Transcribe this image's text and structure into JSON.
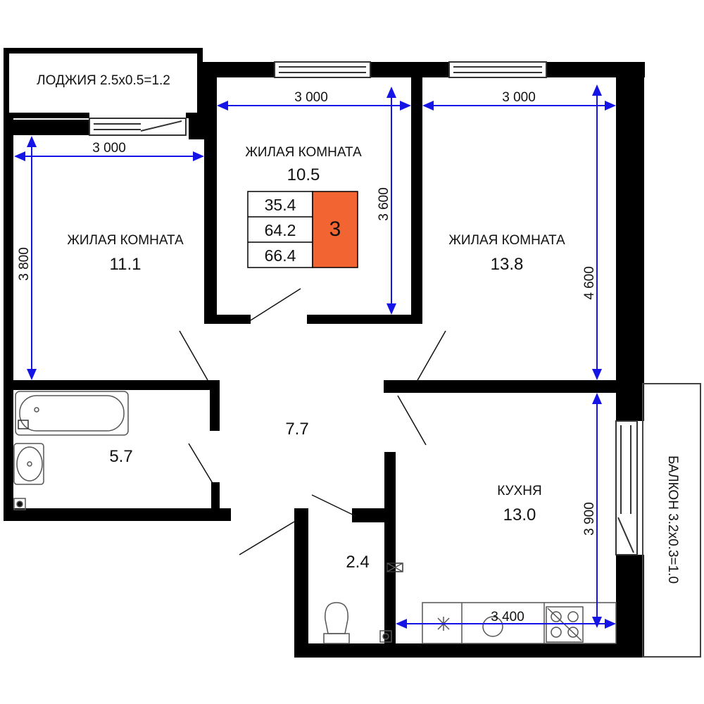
{
  "colors": {
    "wall": "#000000",
    "dimension_line": "#1414e6",
    "apartment_badge": "#f26532",
    "fixture_stroke": "#555555"
  },
  "balconies": {
    "loggia": "ЛОДЖИЯ 2.5х0.5=1.2",
    "balcony": "БАЛКОН 3.2х0.3=1.0"
  },
  "rooms": {
    "living_left": {
      "name": "ЖИЛАЯ КОМНАТА",
      "area": "11.1"
    },
    "living_center": {
      "name": "ЖИЛАЯ КОМНАТА",
      "area": "10.5"
    },
    "living_right": {
      "name": "ЖИЛАЯ КОМНАТА",
      "area": "13.8"
    },
    "kitchen": {
      "name": "КУХНЯ",
      "area": "13.0"
    },
    "hall": {
      "area": "7.7"
    },
    "bathroom": {
      "area": "5.7"
    },
    "wc": {
      "area": "2.4"
    }
  },
  "summary": {
    "living_area": "35.4",
    "total_area": "64.2",
    "total_with_balconies": "66.4",
    "room_count": "3"
  },
  "dimensions": {
    "left_width": "3 000",
    "left_height": "3 800",
    "center_width": "3 000",
    "center_height": "3 600",
    "right_width": "3 000",
    "right_height": "4 600",
    "kitchen_height": "3 900",
    "kitchen_width": "3 400"
  },
  "icons": [
    "window-icon",
    "door-swing-icon",
    "bathtub-icon",
    "washbasin-icon",
    "toilet-icon",
    "stove-icon",
    "sink-icon",
    "radiator-icon"
  ]
}
